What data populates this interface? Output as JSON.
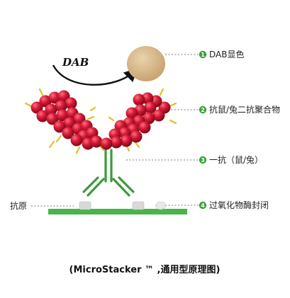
{
  "dab_label": "DAB",
  "antigen_label": "抗原",
  "legend": [
    {
      "num": "1",
      "text": "DAB显色"
    },
    {
      "num": "2",
      "text": "抗鼠/兔二抗聚合物"
    },
    {
      "num": "3",
      "text": "一抗（鼠/兔）"
    },
    {
      "num": "4",
      "text": "过氧化物酶封闭"
    }
  ],
  "caption": "(MicroStacker ™ ,通用型原理图)",
  "colors": {
    "badge": "#3aa13a",
    "antibody": "#3c9a3c",
    "substrate": "#49b449",
    "polymer": "#c8102e",
    "dab_blob": "#d8b98e",
    "enzyme_stub": "#e0c020"
  }
}
